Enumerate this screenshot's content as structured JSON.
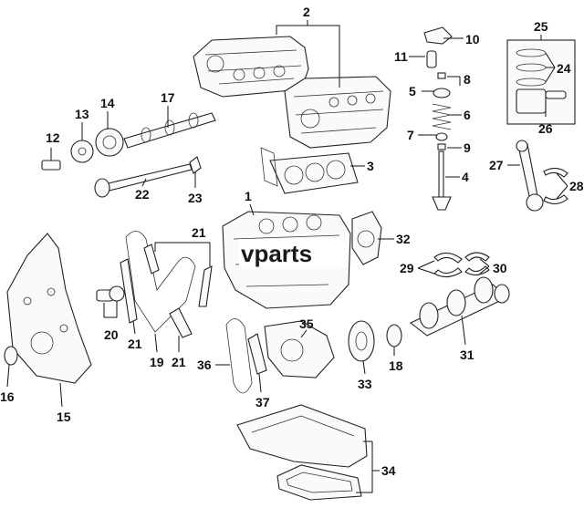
{
  "watermark": {
    "text": "vparts"
  },
  "callouts": [
    {
      "id": "1",
      "text": "1"
    },
    {
      "id": "2",
      "text": "2"
    },
    {
      "id": "3",
      "text": "3"
    },
    {
      "id": "4",
      "text": "4"
    },
    {
      "id": "5",
      "text": "5"
    },
    {
      "id": "6",
      "text": "6"
    },
    {
      "id": "7",
      "text": "7"
    },
    {
      "id": "8",
      "text": "8"
    },
    {
      "id": "9",
      "text": "9"
    },
    {
      "id": "10",
      "text": "10"
    },
    {
      "id": "11",
      "text": "11"
    },
    {
      "id": "12",
      "text": "12"
    },
    {
      "id": "13",
      "text": "13"
    },
    {
      "id": "14",
      "text": "14"
    },
    {
      "id": "15",
      "text": "15"
    },
    {
      "id": "16",
      "text": "16"
    },
    {
      "id": "17",
      "text": "17"
    },
    {
      "id": "18",
      "text": "18"
    },
    {
      "id": "19",
      "text": "19"
    },
    {
      "id": "20",
      "text": "20"
    },
    {
      "id": "21a",
      "text": "21"
    },
    {
      "id": "21b",
      "text": "21"
    },
    {
      "id": "21c",
      "text": "21"
    },
    {
      "id": "22",
      "text": "22"
    },
    {
      "id": "23",
      "text": "23"
    },
    {
      "id": "24",
      "text": "24"
    },
    {
      "id": "25",
      "text": "25"
    },
    {
      "id": "26",
      "text": "26"
    },
    {
      "id": "27",
      "text": "27"
    },
    {
      "id": "28",
      "text": "28"
    },
    {
      "id": "29",
      "text": "29"
    },
    {
      "id": "30",
      "text": "30"
    },
    {
      "id": "31",
      "text": "31"
    },
    {
      "id": "32",
      "text": "32"
    },
    {
      "id": "33",
      "text": "33"
    },
    {
      "id": "34",
      "text": "34"
    },
    {
      "id": "35",
      "text": "35"
    },
    {
      "id": "36",
      "text": "36"
    },
    {
      "id": "37",
      "text": "37"
    }
  ]
}
